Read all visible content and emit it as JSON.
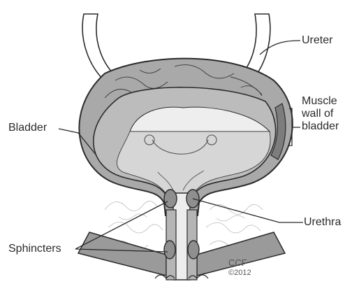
{
  "labels": {
    "ureter": "Ureter",
    "muscle_wall": [
      "Muscle",
      "wall of",
      "bladder"
    ],
    "bladder": "Bladder",
    "urethra": "Urethra",
    "sphincters": "Sphincters"
  },
  "credit": {
    "org": "CCF",
    "copyright": "©2012"
  },
  "colors": {
    "outline": "#2b2b2b",
    "bladder_wall": "#a9a9a9",
    "inner_cavity": "#c4c4c4",
    "fluid_top": "#eeeeee",
    "fluid": "#d6d6d6",
    "sphincter": "#8f8f8f",
    "tissue": "#9a9a9a"
  }
}
